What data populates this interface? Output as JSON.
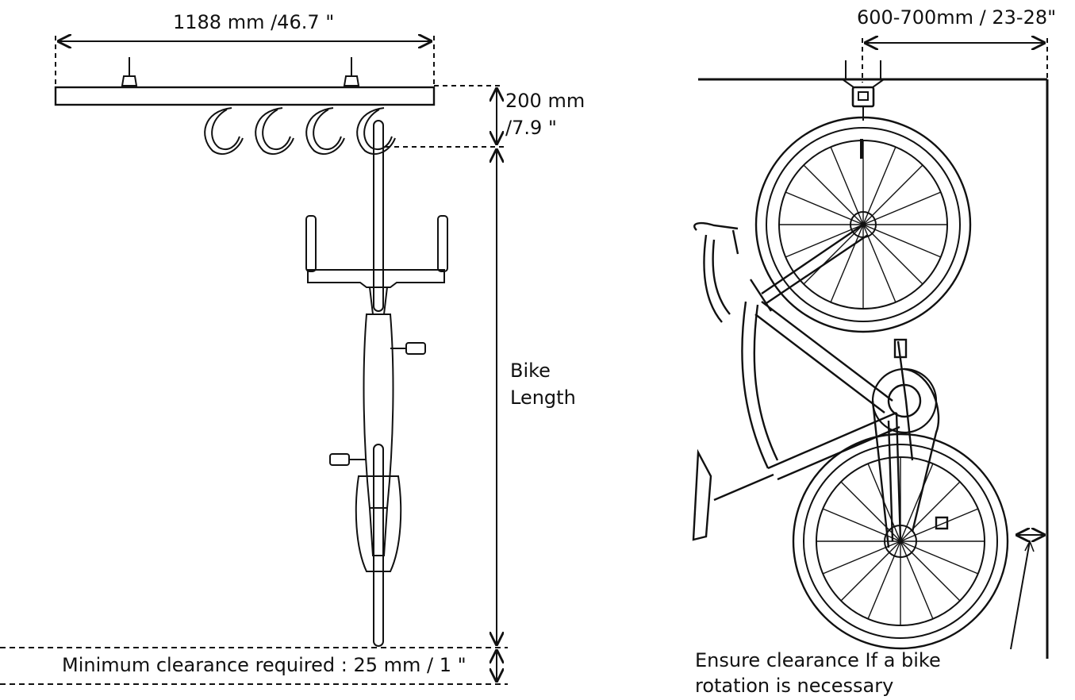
{
  "left_view": {
    "rail_width_label": "1188 mm /46.7 \"",
    "drop_label_line1": "200 mm",
    "drop_label_line2": "/7.9 \"",
    "bike_length_line1": "Bike",
    "bike_length_line2": "Length",
    "clearance_label": "Minimum clearance required : 25 mm / 1 \""
  },
  "right_view": {
    "wall_distance_label": "600-700mm / 23-28\"",
    "rotation_note_line1": "Ensure clearance If a bike",
    "rotation_note_line2": "rotation is necessary"
  }
}
